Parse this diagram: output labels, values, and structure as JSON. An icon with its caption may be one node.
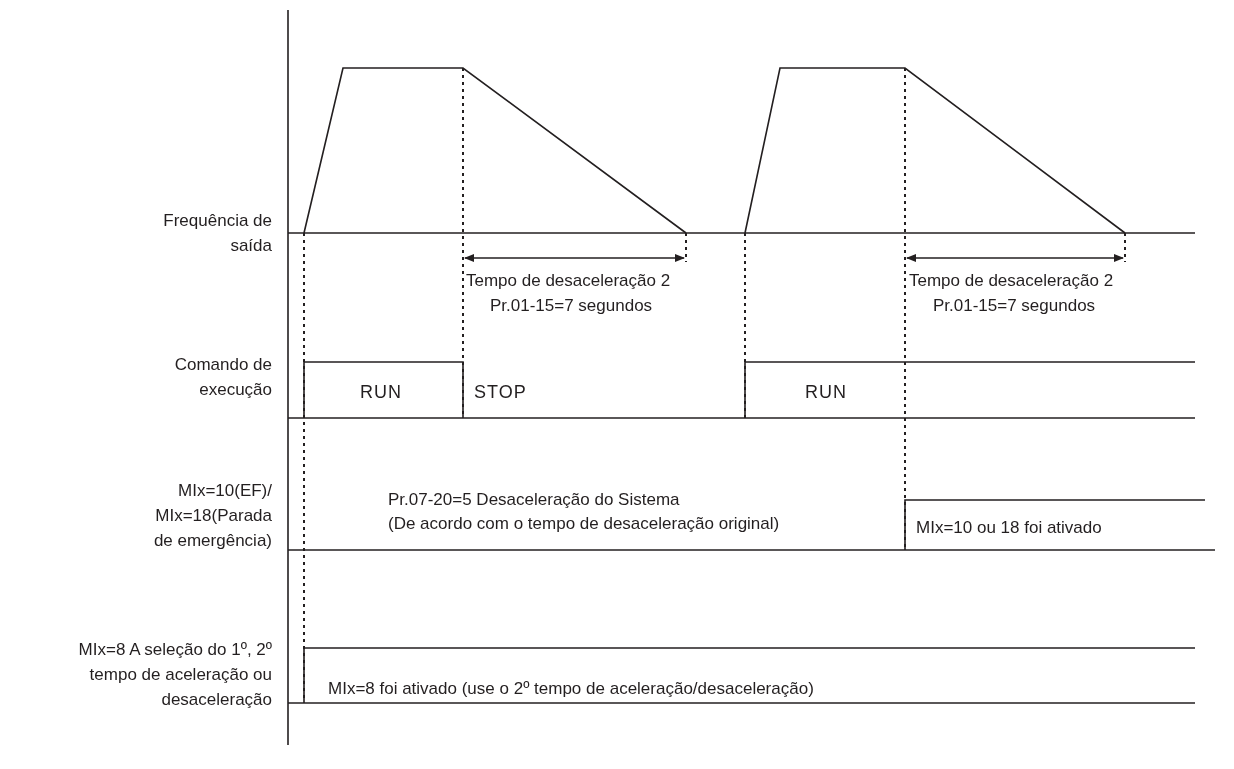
{
  "diagram": {
    "labels": [
      "Frequência de saída",
      "Tempo de desaceleração 2",
      "Pr.01-15=7 segundos",
      "Tempo de desaceleração 2",
      "Pr.01-15=7 segundos",
      "Comando de execução",
      "RUN",
      "STOP",
      "RUN",
      "Pr.07-20=5 Desaceleração do Sistema",
      "(De acordo com o tempo de desaceleração original)",
      "MIx=10(EF)/ MIx=18(Parada de emergência)",
      "MIx=10 ou 18 foi ativado",
      "MIx=8 A seleção do 1º, 2º tempo de aceleração ou desaceleração",
      "MIx=8 foi ativado (use o 2º tempo de aceleração/desaceleração)"
    ]
  }
}
